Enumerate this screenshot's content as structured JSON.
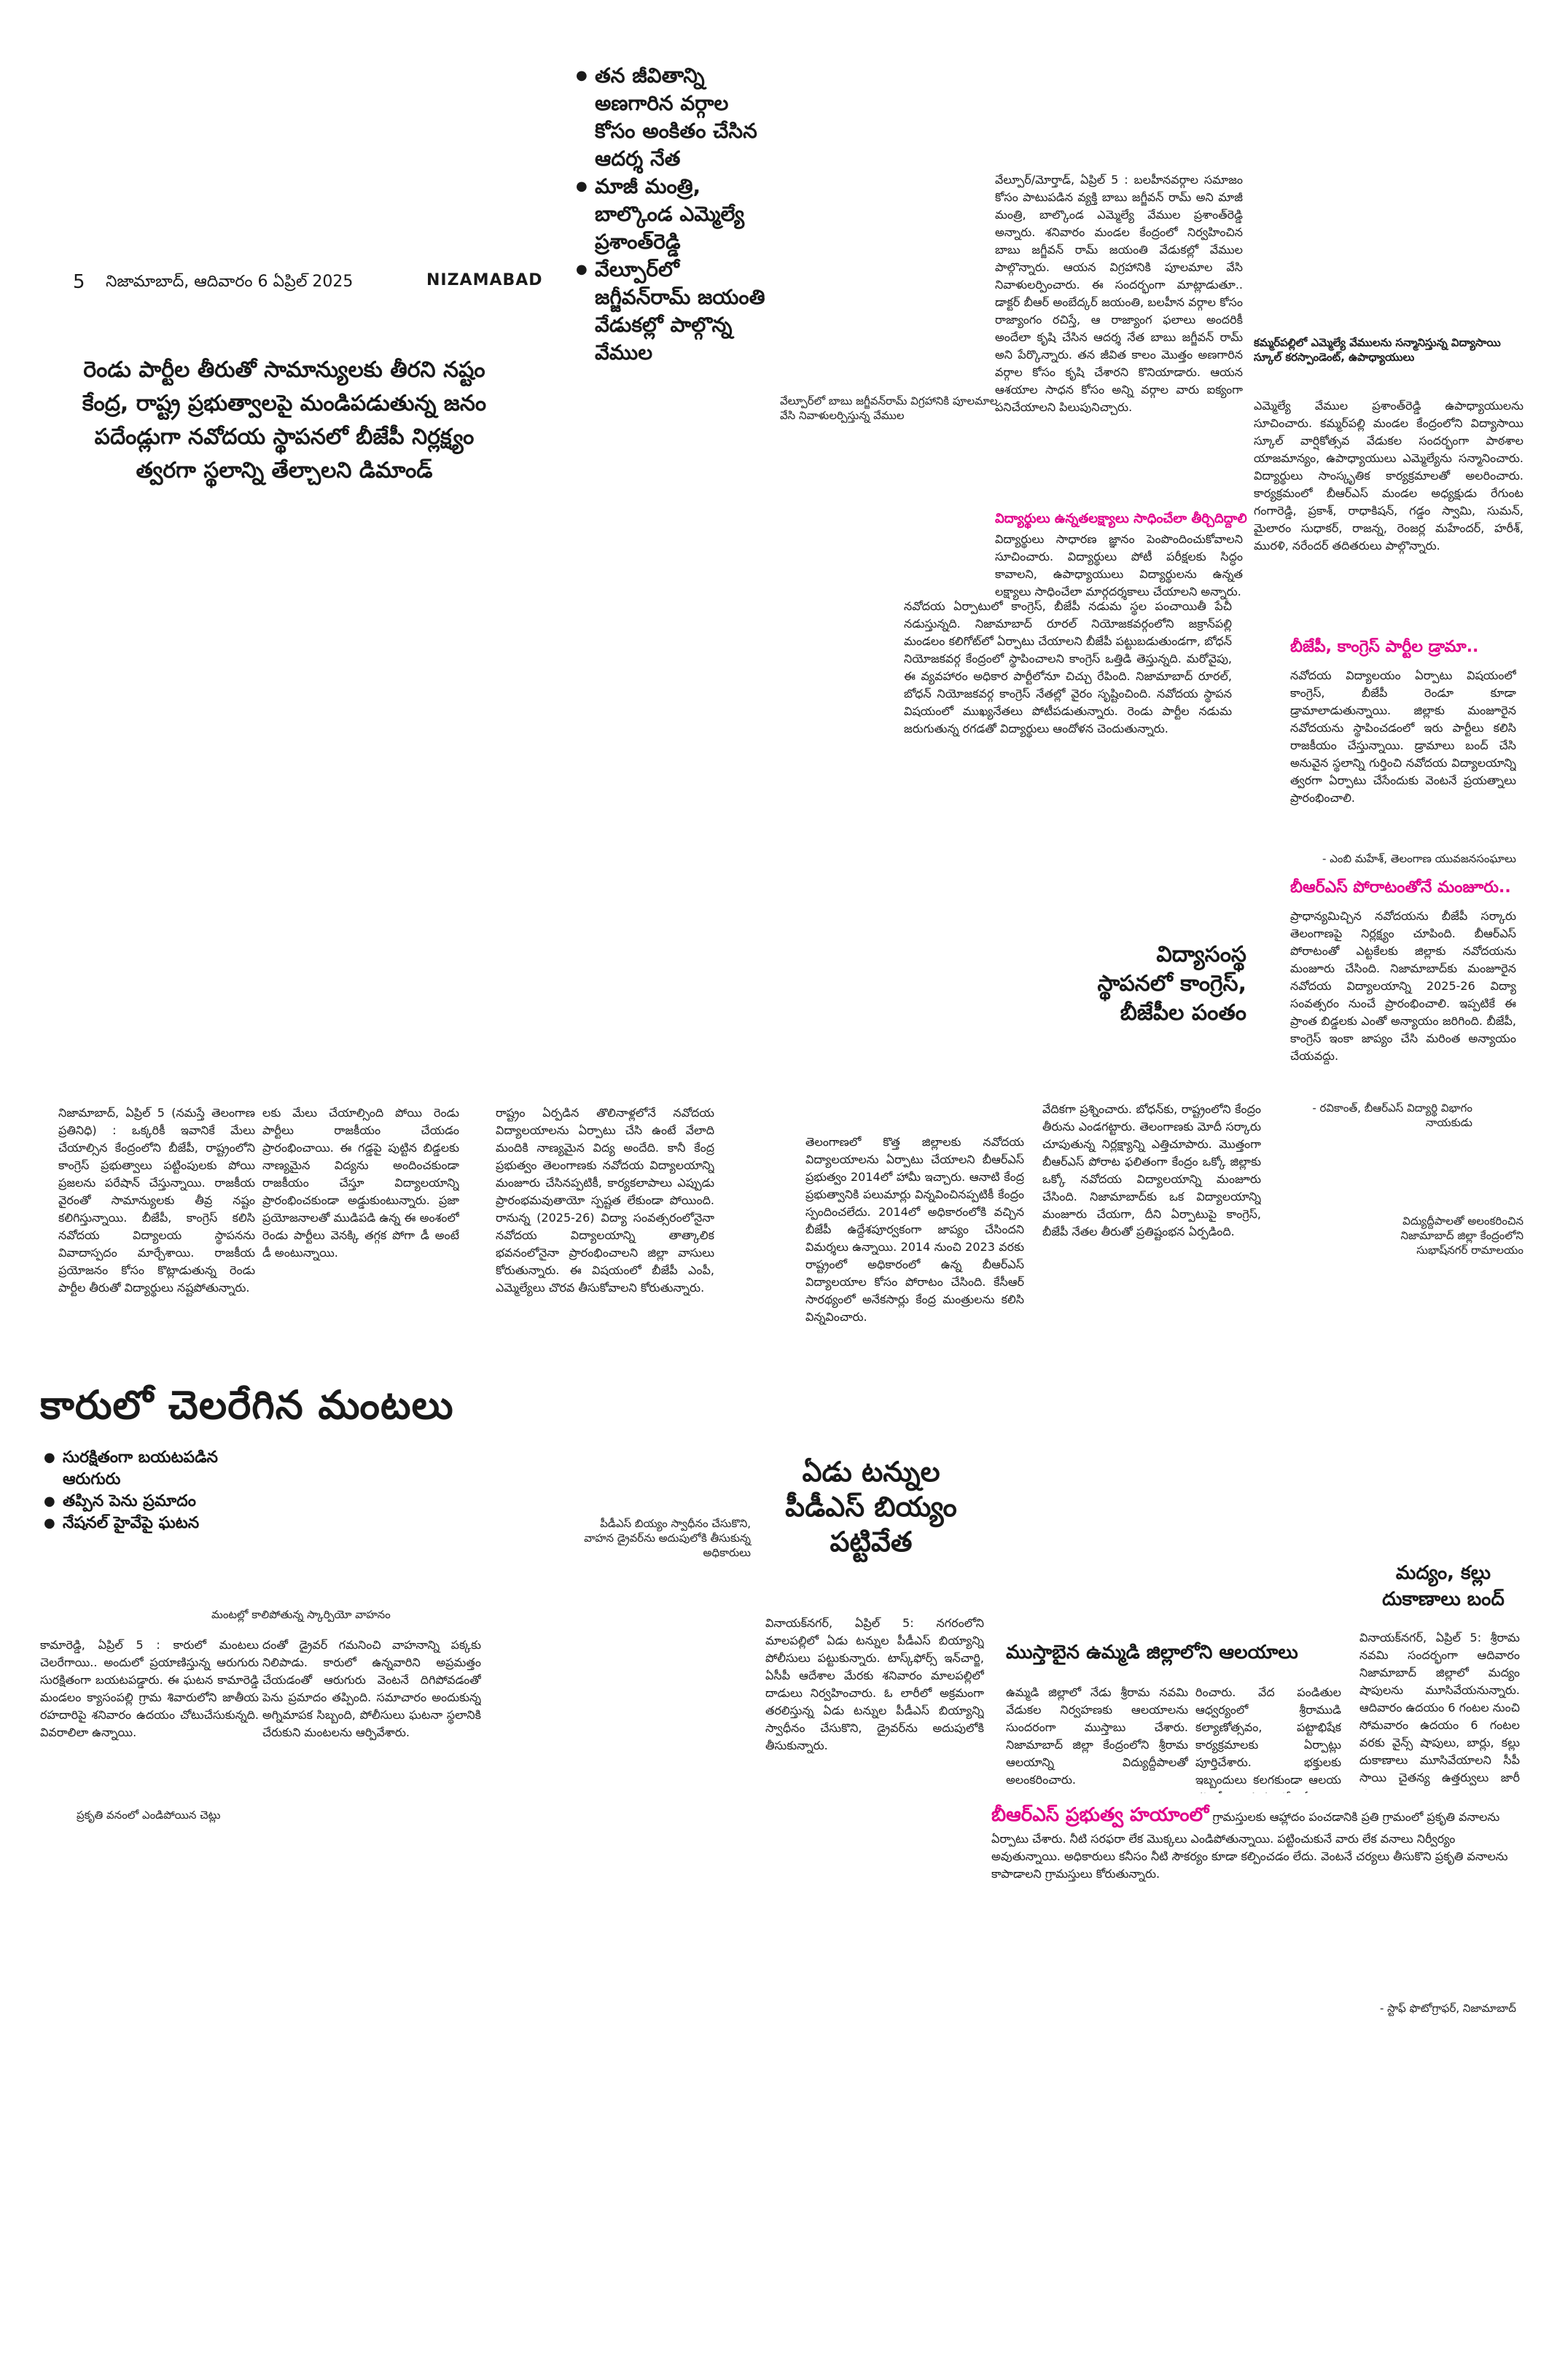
{
  "header": {
    "page_number": "5",
    "date_line": "నిజామాబాద్, ఆదివారం 6 ఏప్రిల్ 2025",
    "section": "NIZAMABAD"
  },
  "story_jagjivan": {
    "bullets": [
      "తన జీవితాన్ని అణగారిన వర్గాల కోసం అంకితం చేసిన ఆదర్శ నేత",
      "మాజీ మంత్రి, బాల్కొండ ఎమ్మెల్యే ప్రశాంత్‌రెడ్డి",
      "వేల్పూర్‌లో జగ్జీవన్‌రామ్ జయంతి వేడుకల్లో పాల్గొన్న వేముల"
    ],
    "photo_caption": "వేల్పూర్‌లో బాబు జగ్జీవన్‌రామ్ విగ్రహానికి పూలమాల వేసి నివాళులర్పిస్తున్న వేముల",
    "body": "వేల్పూర్/మోర్తాడ్, ఏప్రిల్ 5 : బలహీనవర్గాల సమాజం కోసం పాటుపడిన వ్యక్తి బాబు జగ్జీవన్ రామ్ అని మాజీ మంత్రి, బాల్కొండ ఎమ్మెల్యే వేముల ప్రశాంత్‌రెడ్డి అన్నారు. శనివారం మండల కేంద్రంలో నిర్వహించిన బాబు జగ్జీవన్ రామ్ జయంతి వేడుకల్లో వేముల పాల్గొన్నారు. ఆయన విగ్రహానికి పూలమాల వేసి నివాళులర్పించారు. ఈ సందర్భంగా మాట్లాడుతూ.. డాక్టర్ బీఆర్ అంబేద్కర్ జయంతి, బలహీన వర్గాల కోసం రాజ్యాంగం రచిస్తే, ఆ రాజ్యాంగ ఫలాలు అందరికీ అందేలా కృషి చేసిన ఆదర్శ నేత బాబు జగ్జీవన్ రామ్ అని పేర్కొన్నారు. తన జీవిత కాలం మొత్తం అణగారిన వర్గాల కోసం కృషి చేశారని కొనియాడారు. ఆయన ఆశయాల సాధన కోసం అన్ని వర్గాల వారు ఐక్యంగా పనిచేయాలని పిలుపునిచ్చారు.",
    "sub_head": "విద్యార్థులు ఉన్నతలక్ష్యాలు సాధించేలా తీర్చిదిద్దాలి",
    "body2": "విద్యార్థులు సాధారణ జ్ఞానం పెంపొందించుకోవాలని సూచించారు. విద్యార్థులు పోటీ పరీక్షలకు సిద్ధం కావాలని, ఉపాధ్యాయులు విద్యార్థులను ఉన్నత లక్ష్యాలు సాధించేలా మార్గదర్శకాలు చేయాలని అన్నారు."
  },
  "story_school": {
    "photo_caption": "కమ్మర్‌పల్లిలో ఎమ్మెల్యే వేములను సన్మానిస్తున్న విద్యాసాయి స్కూల్ కరస్పాండెంట్, ఉపాధ్యాయులు",
    "body": "ఎమ్మెల్యే వేముల ప్రశాంత్‌రెడ్డి ఉపాధ్యాయులను సూచించారు. కమ్మర్‌పల్లి మండల కేంద్రంలోని విద్యాసాయి స్కూల్ వార్షికోత్సవ వేడుకల సందర్భంగా పాఠశాల యాజమాన్యం, ఉపాధ్యాయులు ఎమ్మెల్యేను సన్మానించారు. విద్యార్థులు సాంస్కృతిక కార్యక్రమాలతో అలరించారు. కార్యక్రమంలో బీఆర్ఎస్ మండల అధ్యక్షుడు రేగుంట గంగారెడ్డి, ప్రకాశ్, రాధాకిషన్, గడ్డం స్వామి, సుమన్, మైలారం సుధాకర్, రాజన్న, రెంజర్ల మహేందర్, హరీశ్, మురళి, నరేందర్ తదితరులు పాల్గొన్నారు."
  },
  "story_navodaya": {
    "headline": "రెండు పార్టీల తీరుతో సామాన్యులకు తీరని నష్టం కేంద్ర, రాష్ట్ర ప్రభుత్వాలపై మండిపడుతున్న జనం పదేండ్లుగా నవోదయ స్థాపనలో బీజేపీ నిర్లక్ష్యం త్వరగా స్థలాన్ని తేల్చాలని డిమాండ్",
    "side_head": "విద్యాసంస్థ స్థాపనలో కాంగ్రెస్, బీజేపీల పంతం",
    "body_intro": "నవోదయ ఏర్పాటులో కాంగ్రెస్, బీజేపీ నడుమ స్థల పంచాయితీ పేచీ నడుస్తున్నది. నిజామాబాద్ రూరల్ నియోజకవర్గంలోని జక్రాన్‌పల్లి మండలం కలిగోట్‌లో ఏర్పాటు చేయాలని బీజేపీ పట్టుబడుతుండగా, బోధన్ నియోజకవర్గ కేంద్రంలో స్థాపించాలని కాంగ్రెస్ ఒత్తిడి తెస్తున్నది. మరోవైపు, ఈ వ్యవహారం అధికార పార్టీలోనూ చిచ్చు రేపింది. నిజామాబాద్ రూరల్, బోధన్ నియోజకవర్గ కాంగ్రెస్ నేతల్లో వైరం సృష్టించింది. నవోదయ స్థాపన విషయంలో ముఖ్యనేతలు పోటీపడుతున్నారు. రెండు పార్టీల నడుమ జరుగుతున్న రగడతో విద్యార్థులు ఆందోళన చెందుతున్నారు.",
    "body_col1": "నిజామాబాద్, ఏప్రిల్ 5 (నమస్తే తెలంగాణ ప్రతినిధి) : ఒక్కరికీ ఇవానికే మేలు చేయాల్సిన కేంద్రంలోని బీజేపీ, రాష్ట్రంలోని కాంగ్రెస్ ప్రభుత్వాలు పట్టింపులకు పోయి ప్రజలను పరేషాన్ చేస్తున్నాయి. రాజకీయ వైరంతో సామాన్యులకు తీవ్ర నష్టం కలిగిస్తున్నాయి. బీజేపీ, కాంగ్రెస్ కలిసి నవోదయ విద్యాలయ స్థాపనను వివాదాస్పదం మార్చేశాయి. రాజకీయ ప్రయోజనం కోసం కొట్లాడుతున్న రెండు పార్టీల తీరుతో విద్యార్థులు నష్టపోతున్నారు.",
    "body_col2": "లకు మేలు చేయాల్సింది పోయి రెండు పార్టీలు రాజకీయం చేయడం ప్రారంభించాయి. ఈ గడ్డపై పుట్టిన బిడ్డలకు నాణ్యమైన విద్యను అందించకుండా రాజకీయం చేస్తూ విద్యాలయాన్ని ప్రారంభించకుండా అడ్డుకుంటున్నారు. ప్రజా ప్రయోజనాలతో ముడిపడి ఉన్న ఈ అంశంలో రెండు పార్టీలు వెనక్కి తగ్గక పోగా డీ అంటే డీ అంటున్నాయి.",
    "body_col3": "రాష్ట్రం ఏర్పడిన తొలినాళ్లలోనే నవోదయ విద్యాలయాలను ఏర్పాటు చేసి ఉంటే వేలాది మందికి నాణ్యమైన విద్య అందేది. కానీ కేంద్ర ప్రభుత్వం తెలంగాణకు నవోదయ విద్యాలయాన్ని మంజూరు చేసినప్పటికీ, కార్యకలాపాలు ఎప్పుడు ప్రారంభమవుతాయో స్పష్టత లేకుండా పోయింది. రానున్న (2025-26) విద్యా సంవత్సరంలోనైనా నవోదయ విద్యాలయాన్ని తాత్కాలిక భవనంలోనైనా ప్రారంభించాలని జిల్లా వాసులు కోరుతున్నారు. ఈ విషయంలో బీజేపీ ఎంపీ, ఎమ్మెల్యేలు చొరవ తీసుకోవాలని కోరుతున్నారు.",
    "body_col4": "తెలంగాణలో కొత్త జిల్లాలకు నవోదయ విద్యాలయాలను ఏర్పాటు చేయాలని బీఆర్ఎస్ ప్రభుత్వం 2014లో హామీ ఇచ్చారు. ఆనాటి కేంద్ర ప్రభుత్వానికి పలుమార్లు విన్నవించినప్పటికీ కేంద్రం స్పందించలేదు. 2014లో అధికారంలోకి వచ్చిన బీజేపీ ఉద్దేశపూర్వకంగా జాప్యం చేసిందని విమర్శలు ఉన్నాయి. 2014 నుంచి 2023 వరకు రాష్ట్రంలో అధికారంలో ఉన్న బీఆర్ఎస్ విద్యాలయాల కోసం పోరాటం చేసింది. కేసీఆర్ సారథ్యంలో అనేకసార్లు కేంద్ర మంత్రులను కలిసి విన్నవించారు.",
    "body_col5": "వేదికగా ప్రశ్నించారు. బోధన్‌కు, రాష్ట్రంలోని కేంద్రం తీరును ఎండగట్టారు. తెలంగాణకు మోదీ సర్కారు చూపుతున్న నిర్లక్ష్యాన్ని ఎత్తిచూపారు. మొత్తంగా బీఆర్ఎస్ పోరాట ఫలితంగా కేంద్రం ఒక్కో జిల్లాకు ఒక్కో నవోదయ విద్యాలయాన్ని మంజూరు చేసింది. నిజామాబాద్‌కు ఒక విద్యాలయాన్ని మంజూరు చేయగా, దీని ఏర్పాటుపై కాంగ్రెస్, బీజేపీ నేతల తీరుతో ప్రతిష్టంభన ఏర్పడింది.",
    "photo_caption": "విద్యుద్దీపాలతో అలంకరించిన నిజామాబాద్ జిల్లా కేంద్రంలోని సుభాష్‌నగర్ రామాలయం"
  },
  "quote_bjp": {
    "title": "బీజేపీ, కాంగ్రెస్ పార్టీల డ్రామా..",
    "body": "నవోదయ విద్యాలయం ఏర్పాటు విషయంలో కాంగ్రెస్, బీజేపీ రెండూ కూడా డ్రామాలాడుతున్నాయి. జిల్లాకు మంజూరైన నవోదయను స్థాపించడంలో ఇరు పార్టీలు కలిసి రాజకీయం చేస్తున్నాయి. డ్రామాలు బంద్ చేసి అనువైన స్థలాన్ని గుర్తించి నవోదయ విద్యాలయాన్ని త్వరగా ఏర్పాటు చేసేందుకు వెంటనే ప్రయత్నాలు ప్రారంభించాలి.",
    "byline": "- ఎంబి మహేశ్, తెలంగాణ యువజనసంఘాలు"
  },
  "quote_brs": {
    "title": "బీఆర్ఎస్ పోరాటంతోనే మంజూరు..",
    "body": "ప్రాధాన్యమిచ్చిన నవోదయను బీజేపీ సర్కారు తెలంగాణపై నిర్లక్ష్యం చూపింది. బీఆర్ఎస్ పోరాటంతో ఎట్టకేలకు జిల్లాకు నవోదయను మంజూరు చేసింది. నిజామాబాద్‌కు మంజూరైన నవోదయ విద్యాలయాన్ని 2025-26 విద్యా సంవత్సరం నుంచే ప్రారంభించాలి. ఇప్పటికే ఈ ప్రాంత బిడ్డలకు ఎంతో అన్యాయం జరిగింది. బీజేపీ, కాంగ్రెస్ ఇంకా జాప్యం చేసి మరింత అన్యాయం చేయవద్దు.",
    "byline": "- రవికాంత్, బీఆర్ఎస్ విద్యార్థి విభాగం నాయకుడు"
  },
  "story_accident": {
    "headline": "కారులో చెలరేగిన మంటలు",
    "bullets": [
      "సురక్షితంగా బయటపడిన ఆరుగురు",
      "తప్పిన పెను ప్రమాదం",
      "నేషనల్ హైవేపై ఘటన"
    ],
    "photo_caption": "మంటల్లో కాలిపోతున్న స్కార్పియో వాహనం",
    "body_col1": "కామారెడ్డి, ఏప్రిల్ 5 : కారులో మంటలు చెలరేగాయి.. అందులో ప్రయాణిస్తున్న ఆరుగురు సురక్షితంగా బయటపడ్డారు. ఈ ఘటన కామారెడ్డి మండలం క్యాసంపల్లి గ్రామ శివారులోని జాతీయ రహదారిపై శనివారం ఉదయం చోటుచేసుకున్నది. వివరాలిలా ఉన్నాయి.",
    "body_col2": "దంతో డ్రైవర్ గమనించి వాహనాన్ని పక్కకు నిలిపాడు. కారులో ఉన్నవారిని అప్రమత్తం చేయడంతో ఆరుగురు వెంటనే దిగిపోవడంతో పెను ప్రమాదం తప్పింది. సమాచారం అందుకున్న అగ్నిమాపక సిబ్బంది, పోలీసులు ఘటనా స్థలానికి చేరుకుని మంటలను ఆర్పివేశారు.",
    "bottom_caption": "ప్రకృతి వనంలో ఎండిపోయిన చెట్లు"
  },
  "story_rice": {
    "headline": "ఏడు టన్నుల పీడీఎస్ బియ్యం పట్టివేత",
    "photo_caption": "పీడీఎస్ బియ్యం స్వాధీనం చేసుకొని, వాహన డ్రైవర్‌ను అదుపులోకి తీసుకున్న అధికారులు",
    "body": "వినాయక్‌నగర్, ఏప్రిల్ 5: నగరంలోని మాలపల్లిలో ఏడు టన్నుల పీడీఎస్ బియ్యాన్ని పోలీసులు పట్టుకున్నారు. టాస్క్‌ఫోర్స్ ఇన్‌చార్జి, ఏసీపీ ఆదేశాల మేరకు శనివారం మాలపల్లిలో దాడులు నిర్వహించారు. ఓ లారీలో అక్రమంగా తరలిస్తున్న ఏడు టన్నుల పీడీఎస్ బియ్యాన్ని స్వాధీనం చేసుకొని, డ్రైవర్‌ను అదుపులోకి తీసుకున్నారు."
  },
  "story_temples": {
    "headline": "ముస్తాబైన ఉమ్మడి జిల్లాలోని ఆలయాలు",
    "body_col1": "ఉమ్మడి జిల్లాలో నేడు శ్రీరామ నవమి వేడుకల నిర్వహణకు ఆలయాలను సుందరంగా ముస్తాబు చేశారు. నిజామాబాద్ జిల్లా కేంద్రంలోని శ్రీరామ ఆలయాన్ని విద్యుద్దీపాలతో అలంకరించారు.",
    "body_col2": "రించారు. వేద పండితుల ఆధ్వర్యంలో శ్రీరాముడి కల్యాణోత్సవం, పట్టాభిషేక కార్యక్రమాలకు ఏర్పాట్లు పూర్తిచేశారు. భక్తులకు ఇబ్బందులు కలగకుండా ఆలయ కమిటీ ఆధ్వర్యంలో ఏర్పాట్లు చేశారు."
  },
  "story_liquor": {
    "headline": "మద్యం, కల్లు దుకాణాలు బంద్",
    "body": "వినాయక్‌నగర్, ఏప్రిల్ 5: శ్రీరామ నవమి సందర్భంగా ఆదివారం నిజామాబాద్ జిల్లాలో మద్యం షాపులను మూసివేయనున్నారు. ఆదివారం ఉదయం 6 గంటల నుంచి సోమవారం ఉదయం 6 గంటల వరకు వైన్స్ షాపులు, బార్లు, కల్లు దుకాణాలు మూసివేయాలని సీపీ సాయి చైతన్య ఉత్తర్వులు జారీ చేశారు."
  },
  "story_brs": {
    "title": "బీఆర్ఎస్ ప్రభుత్వ హయాంలో",
    "body": "గ్రామస్తులకు ఆహ్లాదం పంచడానికి ప్రతి గ్రామంలో ప్రకృతి వనాలను ఏర్పాటు చేశారు. నీటి సరఫరా లేక మొక్కలు ఎండిపోతున్నాయి. పట్టించుకునే వారు లేక వనాలు నిర్వీర్యం అవుతున్నాయి. అధికారులు కనీసం నీటి సౌకర్యం కూడా కల్పించడం లేదు. వెంటనే చర్యలు తీసుకొని ప్రకృతి వనాలను కాపాడాలని గ్రామస్తులు కోరుతున్నారు.",
    "byline": "- స్టాఫ్ ఫొటోగ్రాఫర్, నిజామాబాద్"
  }
}
